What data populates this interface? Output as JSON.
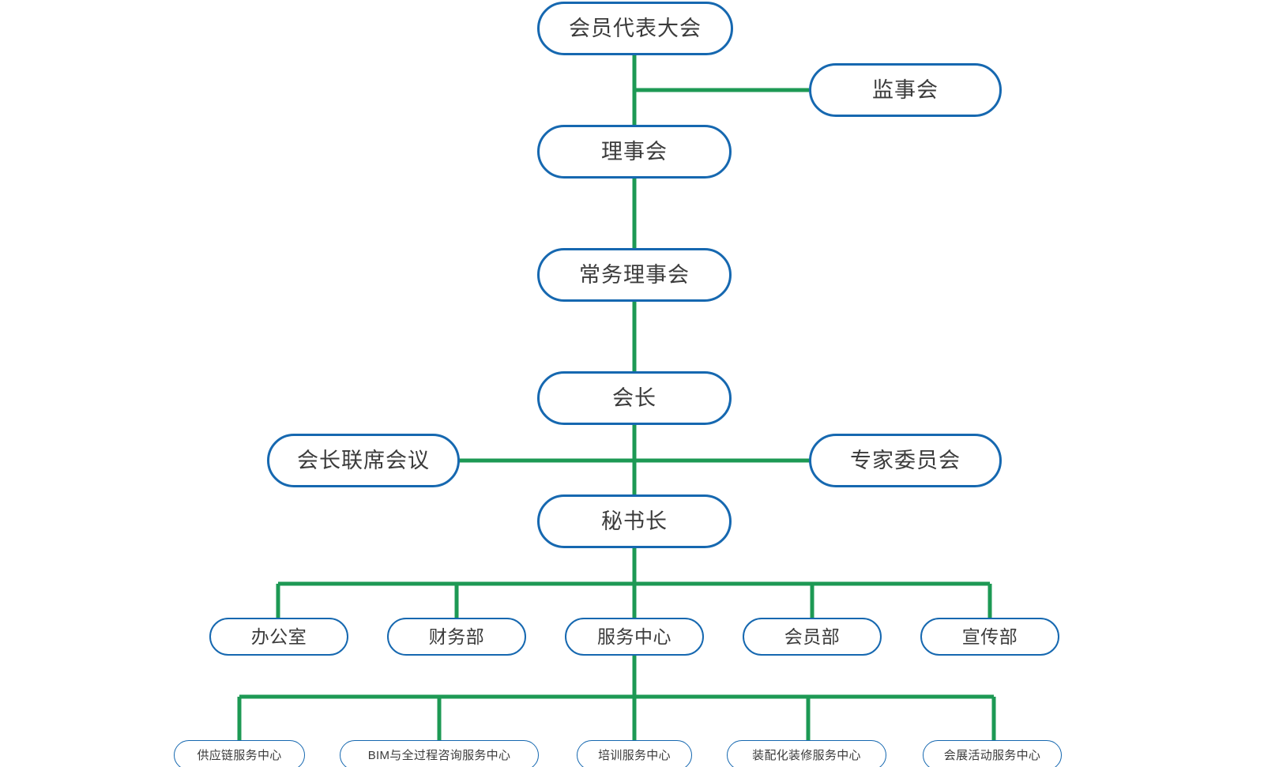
{
  "diagram": {
    "type": "organization-chart",
    "orientation": "top-down",
    "colors": {
      "node_border": "#1668b0",
      "connector": "#1d9954",
      "text": "#3b3b3b",
      "background": "#ffffff"
    }
  },
  "nodes": {
    "general_assembly": {
      "label": "会员代表大会",
      "level": "governance"
    },
    "supervisory_board": {
      "label": "监事会",
      "level": "governance"
    },
    "council": {
      "label": "理事会",
      "level": "governance"
    },
    "standing_council": {
      "label": "常务理事会",
      "level": "governance"
    },
    "president": {
      "label": "会长",
      "level": "governance"
    },
    "president_joint_meeting": {
      "label": "会长联席会议",
      "level": "governance"
    },
    "expert_committee": {
      "label": "专家委员会",
      "level": "governance"
    },
    "secretary_general": {
      "label": "秘书长",
      "level": "governance"
    }
  },
  "departments": [
    {
      "label": "办公室"
    },
    {
      "label": "财务部"
    },
    {
      "label": "服务中心"
    },
    {
      "label": "会员部"
    },
    {
      "label": "宣传部"
    }
  ],
  "service_centers": [
    {
      "label": "供应链服务中心"
    },
    {
      "label": "BIM与全过程咨询服务中心"
    },
    {
      "label": "培训服务中心"
    },
    {
      "label": "装配化装修服务中心"
    },
    {
      "label": "会展活动服务中心"
    }
  ]
}
